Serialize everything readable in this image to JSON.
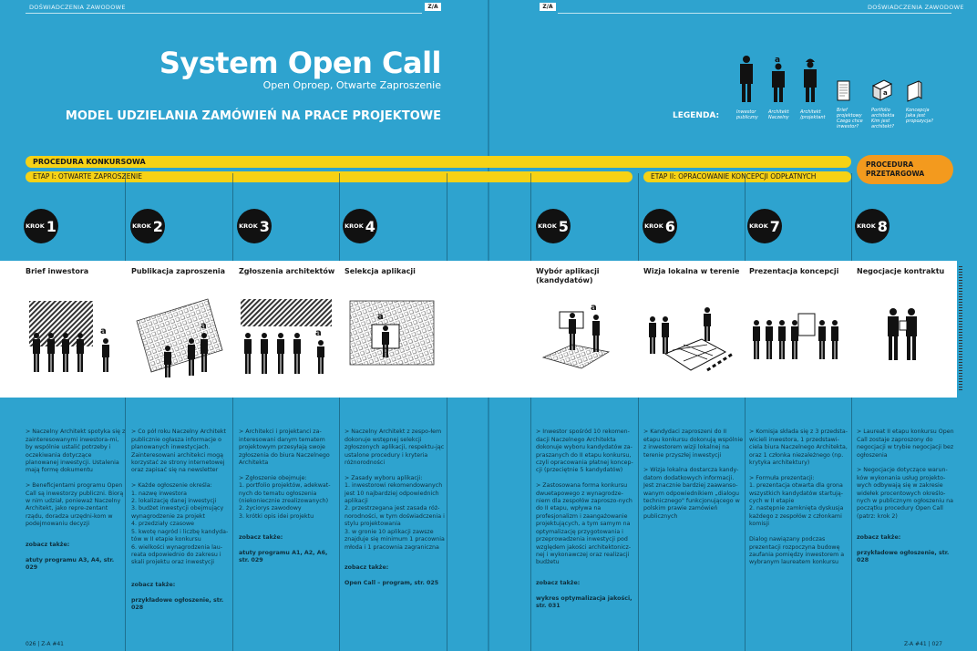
{
  "running_head": {
    "left": "DOŚWIADCZENIA ZAWODOWE",
    "right": "DOŚWIADCZENIA ZAWODOWE",
    "logo": "Z/A"
  },
  "title": {
    "main": "System Open Call",
    "sub": "Open Oproep, Otwarte Zaproszenie",
    "headline": "MODEL UDZIELANIA ZAMÓWIEŃ NA PRACE PROJEKTOWE"
  },
  "legend": {
    "label": "LEGENDA:",
    "items": [
      {
        "icon": "investor-figure-icon",
        "caption": "Inwestor publiczny"
      },
      {
        "icon": "chief-architect-figure-icon",
        "caption": "Architekt Naczelny"
      },
      {
        "icon": "architect-figure-icon",
        "caption": "Architekt /projektant"
      },
      {
        "icon": "brief-document-icon",
        "caption": "Brief projektowy Czego chce inwestor?"
      },
      {
        "icon": "portfolio-icon",
        "caption": "Portfolio architekta Kim jest architekt?"
      },
      {
        "icon": "concept-icon",
        "caption": "Koncepcja Jaka jest propozycja?"
      }
    ]
  },
  "procedures": {
    "competition": "PROCEDURA KONKURSOWA",
    "stage1": "ETAP I: OTWARTE ZAPROSZENIE",
    "stage2": "ETAP II: OPRACOWANIE KONCEPCJI ODPŁATNYCH",
    "tender": "PROCEDURA PRZETARGOWA"
  },
  "krok_label": "KROK",
  "steps": [
    {
      "num": "1",
      "title": "Brief inwestora",
      "text": "> Naczelny Architekt spotyka się z zainteresowanymi inwestora-mi, by wspólnie ustalić potrzeby i oczekiwania dotyczące planowanej inwestycji. Ustalenia mają formę dokumentu\n\n> Beneficjentami programu Open Call są inwestorzy publiczni. Biorą w nim udział, ponieważ Naczelny Architekt, jako repre-zentant rządu, doradza urzędni-kom w podejmowaniu decyzji",
      "see_label": "zobacz także:",
      "see": "atuty programu A3, A4, str. 029"
    },
    {
      "num": "2",
      "title": "Publikacja zaproszenia",
      "text": "> Co pół roku Naczelny Architekt publicznie ogłasza informacje o planowanych inwestycjach. Zainteresowani architekci mogą korzystać ze strony internetowej oraz zapisać się na newsletter\n\n> Każde ogłoszenie określa:\n1. nazwę inwestora\n2. lokalizację danej inwestycji\n3. budżet inwestycji obejmujący wynagrodzenie za projekt\n4. przedziały czasowe\n5. kwotę nagród i liczbę kandyda-tów w II etapie konkursu\n6. wielkości wynagrodzenia lau-reata odpowiednio do zakresu i skali projektu oraz inwestycji",
      "see_label": "zobacz także:",
      "see": "przykładowe ogłoszenie, str. 028"
    },
    {
      "num": "3",
      "title": "Zgłoszenia architektów",
      "text": "> Architekci i projektanci za-interesowani danym tematem projektowym przesyłają swoje zgłoszenia do biura Naczelnego Architekta\n\n> Zgłoszenie obejmuje:\n1. portfolio projektów, adekwat-nych do tematu ogłoszenia (niekoniecznie zrealizowanych)\n2. życiorys zawodowy\n3. krótki opis idei projektu",
      "see_label": "zobacz także:",
      "see": "atuty programu A1, A2, A6, str. 029"
    },
    {
      "num": "4",
      "title": "Selekcja aplikacji",
      "text": "> Naczelny Architekt z zespo-łem dokonuje wstępnej selekcji zgłoszonych aplikacji, respektu-jąc ustalone procedury i kryteria różnorodności\n\n> Zasady wyboru aplikacji:\n1. inwestorowi rekomendowanych jest 10 najbardziej odpowiednich aplikacji\n2. przestrzegana jest zasada róż-norodności, w tym doświadczenia i stylu projektowania\n3. w gronie 10 aplikacji zawsze znajduje się minimum 1 pracownia młoda i 1 pracownia zagraniczna",
      "see_label": "zobacz także:",
      "see": "Open Call – program, str. 025"
    },
    {
      "num": "5",
      "title": "Wybór aplikacji (kandydatów)",
      "text": "> Inwestor spośród 10 rekomen-dacji Naczelnego Architekta dokonuje wyboru kandydatów za-praszanych do II etapu konkursu, czyli opracowania płatnej koncep-cji (przeciętnie 5 kandydatów)\n\n> Zastosowana forma konkursu dwuetapowego z wynagrodze-niem dla zespołów zaproszo-nych do II etapu, wpływa na profesjonalizm i zaangażowanie projektujących, a tym samym na optymalizację przygotowania i przeprowadzenia inwestycji pod względem jakości architektonicz-nej i wykonawczej oraz realizacji budżetu",
      "see_label": "zobacz także:",
      "see": "wykres optymalizacja jakości, str. 031"
    },
    {
      "num": "6",
      "title": "Wizja lokalna w terenie",
      "text": "> Kandydaci zaproszeni do II etapu konkursu dokonują wspólnie z inwestorem wizji lokalnej na terenie przyszłej inwestycji\n\n> Wizja lokalna dostarcza kandy-datom dodatkowych informacji. Jest znacznie bardziej zaawanso-wanym odpowiednikiem „dialogu technicznego\" funkcjonującego w polskim prawie zamówień publicznych",
      "see_label": "",
      "see": ""
    },
    {
      "num": "7",
      "title": "Prezentacja koncepcji",
      "text": "> Komisja składa się z 3 przedsta-wicieli inwestora, 1 przedstawi-ciela biura Naczelnego Architekta, oraz 1 członka niezależnego (np. krytyka architektury)\n\n> Formuła prezentacji:\n1. prezentacja otwarta dla grona wszystkich kandydatów startują-cych w II etapie\n2. następnie zamknięta dyskusja każdego z zespołów z członkami komisji\n\nDialog nawiązany podczas prezentacji rozpoczyna budowę zaufania pomiędzy inwestorem a wybranym laureatem konkursu",
      "see_label": "",
      "see": ""
    },
    {
      "num": "8",
      "title": "Negocjacje kontraktu",
      "text": "> Laureat II etapu konkursu Open Call zostaje zaproszony do negocjacji w trybie negocjacji bez ogłoszenia\n\n> Negocjacje dotyczące warun-ków wykonania usług projekto-wych odbywają się w zakresie widełek procentowych określo-nych w publicznym ogłoszeniu na początku procedury Open Call (patrz: krok 2)",
      "see_label": "zobacz także:",
      "see": "przykładowe ogłoszenie, str. 028"
    }
  ],
  "folio": {
    "left": "026 | Z-A #41",
    "right": "Z-A #41 | 027"
  },
  "colors": {
    "background": "#2ea3cf",
    "yellow": "#f6d215",
    "orange": "#f39a1e",
    "ink": "#111111"
  }
}
